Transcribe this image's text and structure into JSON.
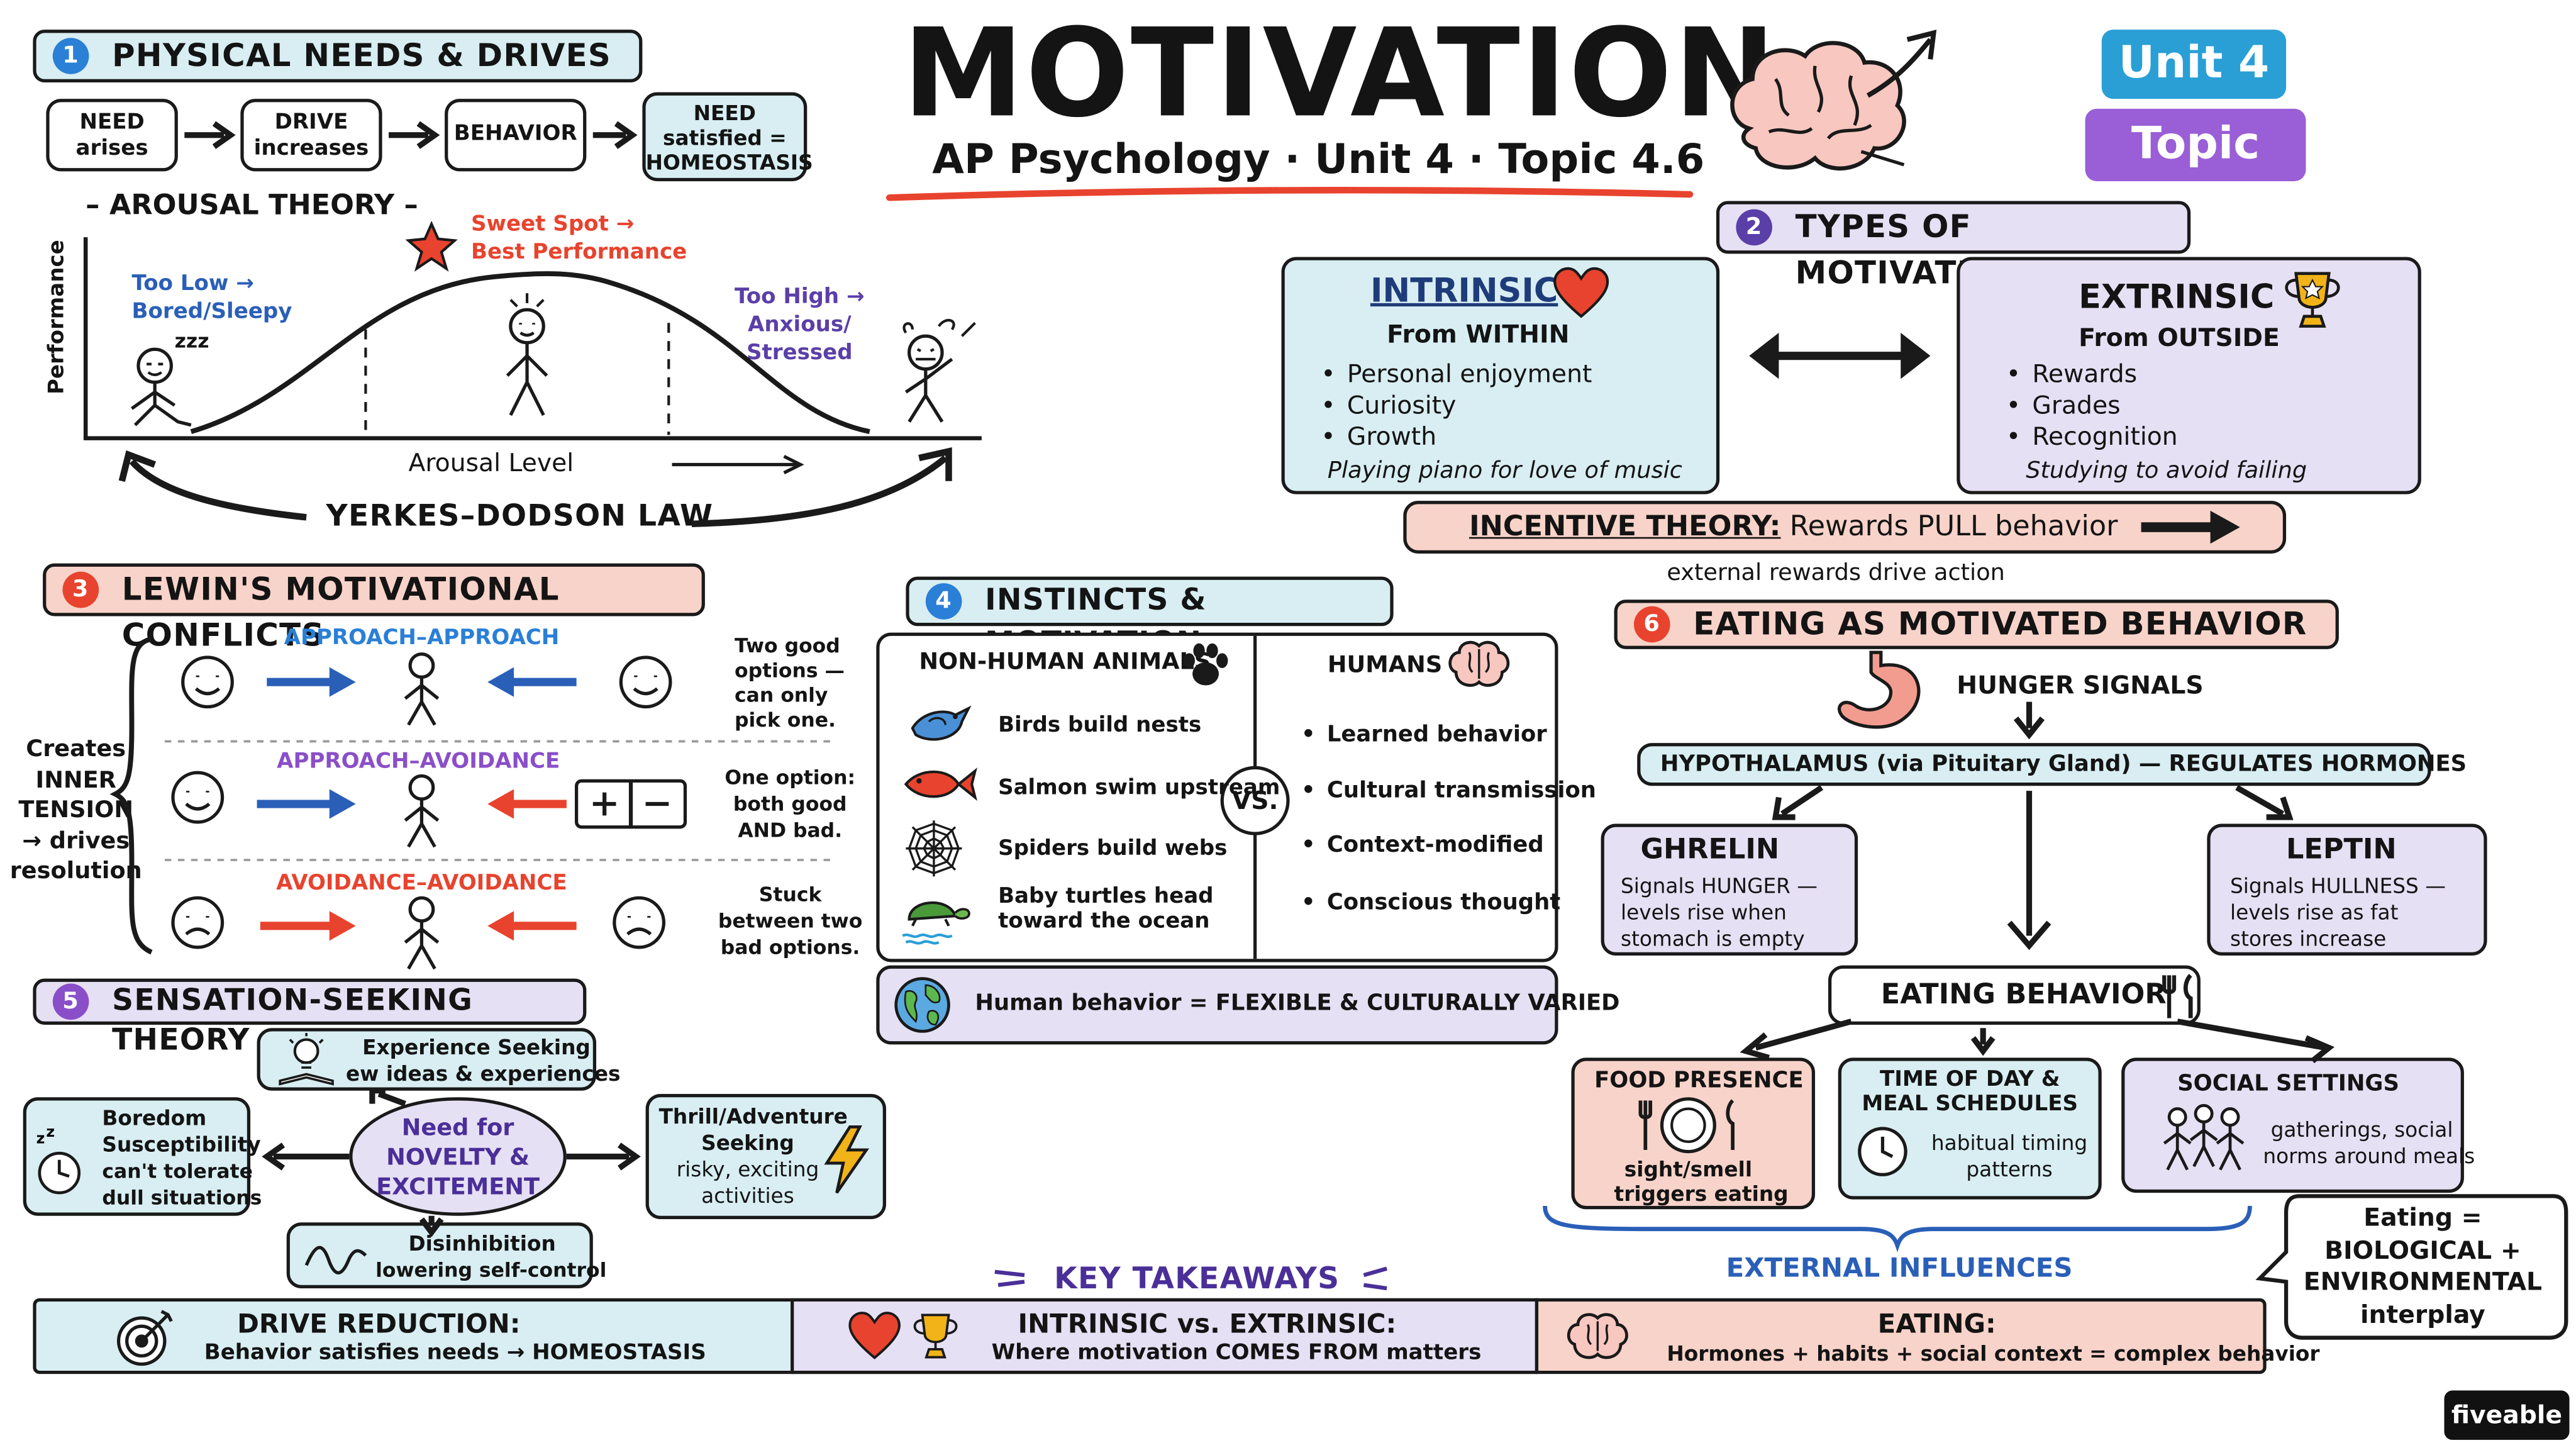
{
  "title": {
    "main": "MOTIVATION",
    "subtitle": "AP Psychology · Unit 4 · Topic 4.6",
    "unit_badge": "Unit 4",
    "topic_badge": "Topic 4.6"
  },
  "colors": {
    "blue_fill": "#d8eef3",
    "purple_fill": "#e6e0f4",
    "red_fill": "#f8d3c9",
    "blue_badge": "#2a9fd6",
    "purple_badge": "#9a5fd6",
    "red_accent": "#e8432e",
    "blue_accent": "#2a5fb8"
  },
  "sec1": {
    "num": "1",
    "title": "PHYSICAL NEEDS & DRIVES",
    "flow": [
      {
        "line1": "NEED",
        "line2": "arises"
      },
      {
        "line1": "DRIVE",
        "line2": "increases"
      },
      {
        "line1": "BEHAVIOR",
        "line2": ""
      },
      {
        "line1": "NEED",
        "line2": "satisfied =",
        "line3": "HOMEOSTASIS"
      }
    ],
    "arousal_title": "– AROUSAL THEORY –",
    "sweet_spot_1": "Sweet Spot →",
    "sweet_spot_2": "Best Performance",
    "too_low_1": "Too Low →",
    "too_low_2": "Bored/Sleepy",
    "too_high_1": "Too High →",
    "too_high_2": "Anxious/",
    "too_high_3": "Stressed",
    "zzz": "zzz",
    "y_axis": "Performance",
    "x_axis": "Arousal Level",
    "law": "YERKES–DODSON LAW"
  },
  "sec2": {
    "num": "2",
    "title": "TYPES OF MOTIVATION",
    "intrinsic": {
      "title": "INTRINSIC",
      "sub": "From WITHIN",
      "items": [
        "Personal enjoyment",
        "Curiosity",
        "Growth"
      ],
      "example": "Playing piano for love of music"
    },
    "extrinsic": {
      "title": "EXTRINSIC",
      "sub": "From OUTSIDE",
      "items": [
        "Rewards",
        "Grades",
        "Recognition"
      ],
      "example": "Studying to avoid failing"
    },
    "incentive_label": "INCENTIVE THEORY:",
    "incentive_text": " Rewards PULL behavior",
    "incentive_note": "external rewards drive action"
  },
  "sec3": {
    "num": "3",
    "title": "LEWIN'S MOTIVATIONAL CONFLICTS",
    "side_note": [
      "Creates",
      "INNER",
      "TENSION",
      "→ drives",
      "resolution"
    ],
    "rows": [
      {
        "label": "APPROACH–APPROACH",
        "desc": [
          "Two good",
          "options —",
          "can only",
          "pick one."
        ]
      },
      {
        "label": "APPROACH–AVOIDANCE",
        "desc": [
          "One option:",
          "both good",
          "AND bad."
        ]
      },
      {
        "label": "AVOIDANCE–AVOIDANCE",
        "desc": [
          "Stuck",
          "between two",
          "bad options."
        ]
      }
    ]
  },
  "sec4": {
    "num": "4",
    "title": "INSTINCTS & MOTIVATION",
    "animals_title": "NON-HUMAN ANIMALS",
    "humans_title": "HUMANS",
    "vs": "VS.",
    "animals": [
      {
        "line1": "Birds build nests",
        "line2": ""
      },
      {
        "line1": "Salmon swim upstream",
        "line2": ""
      },
      {
        "line1": "Spiders build webs",
        "line2": ""
      },
      {
        "line1": "Baby turtles head",
        "line2": "toward the ocean"
      }
    ],
    "humans": [
      "Learned behavior",
      "Cultural transmission",
      "Context-modified",
      "Conscious thought"
    ],
    "footer": "Human behavior = FLEXIBLE & CULTURALLY VARIED"
  },
  "sec5": {
    "num": "5",
    "title": "SENSATION-SEEKING THEORY",
    "center": [
      "Need for",
      "NOVELTY &",
      "EXCITEMENT"
    ],
    "experience": {
      "title": "Experience Seeking",
      "text": "ew ideas & experiences"
    },
    "boredom": {
      "title1": "Boredom",
      "title2": "Susceptibility",
      "text1": "can't tolerate",
      "text2": "dull situations"
    },
    "thrill": {
      "title1": "Thrill/Adventure",
      "title2": "Seeking",
      "text1": "risky, exciting",
      "text2": "activities"
    },
    "disinhibition": {
      "title": "Disinhibition",
      "text": "lowering self-control"
    }
  },
  "sec6": {
    "num": "6",
    "title": "EATING AS MOTIVATED BEHAVIOR",
    "hunger_signals": "HUNGER SIGNALS",
    "hypothalamus": "HYPOTHALAMUS (via Pituitary Gland) — REGULATES HORMONES",
    "ghrelin": {
      "title": "GHRELIN",
      "text": [
        "Signals HUNGER —",
        "levels rise when",
        "stomach is empty"
      ]
    },
    "leptin": {
      "title": "LEPTIN",
      "text": [
        "Signals HULLNESS —",
        "levels rise as fat",
        "stores increase"
      ]
    },
    "eating_behavior": "EATING BEHAVIOR",
    "food": {
      "title": "FOOD PRESENCE",
      "text": [
        "sight/smell",
        "triggers eating"
      ]
    },
    "time": {
      "title1": "TIME OF DAY &",
      "title2": "MEAL SCHEDULES",
      "text": [
        "habitual timing",
        "patterns"
      ]
    },
    "social": {
      "title": "SOCIAL SETTINGS",
      "text": [
        "gatherings, social",
        "norms around meals"
      ]
    },
    "external": "EXTERNAL INFLUENCES",
    "bubble": [
      "Eating =",
      "BIOLOGICAL +",
      "ENVIRONMENTAL",
      "interplay"
    ]
  },
  "takeaways": {
    "title": "KEY TAKEAWAYS",
    "items": [
      {
        "title": "DRIVE REDUCTION:",
        "text": "Behavior satisfies needs → HOMEOSTASIS"
      },
      {
        "title": "INTRINSIC vs. EXTRINSIC:",
        "text": "Where motivation COMES FROM matters"
      },
      {
        "title": "EATING:",
        "text": "Hormones + habits + social context = complex behavior"
      }
    ]
  },
  "brand": "fiveable",
  "icons": [
    "brain-icon",
    "heart-icon",
    "trophy-icon",
    "star-icon",
    "paw-icon",
    "bird-icon",
    "fish-icon",
    "spider-web-icon",
    "turtle-icon",
    "globe-icon",
    "stomach-icon",
    "fork-knife-icon",
    "plate-icon",
    "clock-icon",
    "people-icon",
    "lightbulb-icon",
    "lightning-icon",
    "wave-icon",
    "target-icon",
    "smiley-icon",
    "frown-icon"
  ]
}
